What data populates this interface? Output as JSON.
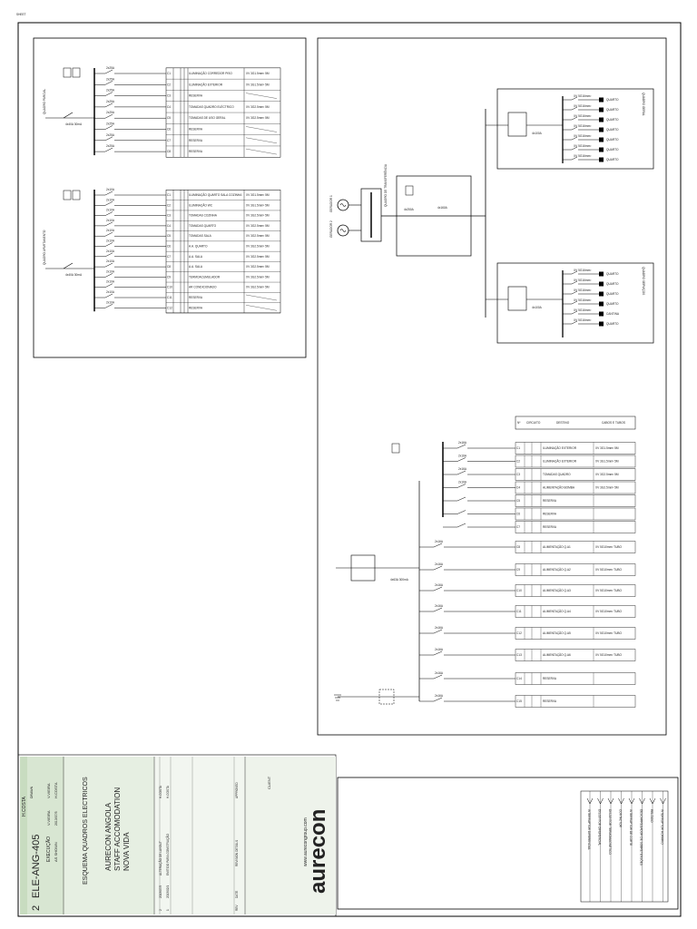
{
  "sheet": {
    "corner_note": "SHEET",
    "client_label": "CLIENT",
    "company": "aurecon",
    "website": "www.aurecongroup.com",
    "project_title": [
      "AURECON ANGOLA",
      "STAFF ACCOMODATION",
      "NOVA VIDA"
    ],
    "drawing_title": "ESQUEMA QUADROS ELECTRICOS",
    "drawing_no": "ELE-ANG-405",
    "revision": "2",
    "status": "EXECUÇÃO",
    "scale": "AS SHOWN",
    "drawn_label": "DRAWN",
    "drawn_by": "H.COSTA",
    "checked_by": "V.VIEIRA",
    "designed_by": "V.VIEIRA",
    "approved_by": "H.COSTA",
    "date": "2013/07/5",
    "rev_header": [
      "REV",
      "DATE",
      "REVISION DETAILS",
      "APPROVED"
    ],
    "revisions": [
      {
        "rev": "2",
        "date": "2013/07/5",
        "details": "ALTERAÇÃO DE LAYOUT",
        "approved": "H.COSTA"
      },
      {
        "rev": "1",
        "date": "2013/02/1",
        "details": "EMITIDO PARA CONSTRUÇÃO",
        "approved": "H.COSTA"
      }
    ]
  },
  "legend_items": [
    "INTERRUPTOR DIFERENCIAL",
    "DISJUNTOR DIFERENCIAL",
    "DISJUNTOR TERMOMAGNÉTICO",
    "CONTACTOR",
    "INTERRUPTOR DE CORTE",
    "DESCARREGADOR DE SOBRETENSÕES",
    "RELÓGIO",
    "INTERRUPTOR HORÁRIO"
  ],
  "board_upper": {
    "breaker_label": "2x25A",
    "main_label": "4x40A 30mA",
    "title": "QUADRO PARCIAL",
    "circuits": [
      {
        "id": "C1",
        "desc": "ILUMINAÇÃO CORREDOR PISO",
        "cable": "XV 3G1.5mm² 5M"
      },
      {
        "id": "C2",
        "desc": "ILUMINAÇÃO EXTERIOR",
        "cable": "XV 3G1.5mm² 5M"
      },
      {
        "id": "C3",
        "desc": "RESERVA",
        "cable": ""
      },
      {
        "id": "C4",
        "desc": "TOMADAS QUADRO ELÉCTRICO",
        "cable": "XV 3G2.5mm² 5M"
      },
      {
        "id": "C5",
        "desc": "TOMADAS DE USO GERAL",
        "cable": "XV 3G2.5mm² 5M"
      },
      {
        "id": "C6",
        "desc": "RESERVA",
        "cable": ""
      },
      {
        "id": "C7",
        "desc": "RESERVA",
        "cable": ""
      },
      {
        "id": "C8",
        "desc": "RESERVA",
        "cable": ""
      }
    ]
  },
  "board_middle": {
    "breaker_label": "2x10A",
    "main_label": "4x40A 30mA",
    "title": "QUADRO APARTAMENTO",
    "circuits": [
      {
        "id": "C1",
        "desc": "ILUMINAÇÃO QUARTO SALA COZINHA",
        "cable": "XV 3G1.5mm² 5M"
      },
      {
        "id": "C2",
        "desc": "ILUMINAÇÃO WC",
        "cable": "XV 3G1.5mm² 5M"
      },
      {
        "id": "C3",
        "desc": "TOMADAS COZINHA",
        "cable": "XV 3G2.5mm² 5M"
      },
      {
        "id": "C4",
        "desc": "TOMADAS QUARTO",
        "cable": "XV 3G2.5mm² 5M"
      },
      {
        "id": "C5",
        "desc": "TOMADAS SALA",
        "cable": "XV 3G2.5mm² 5M"
      },
      {
        "id": "C6",
        "desc": "A.A. QUARTO",
        "cable": "XV 3G2.5mm² 5M"
      },
      {
        "id": "C7",
        "desc": "A.A. SALA",
        "cable": "XV 3G2.5mm² 5M"
      },
      {
        "id": "C8",
        "desc": "A.A. SALA",
        "cable": "XV 3G2.5mm² 5M"
      },
      {
        "id": "C9",
        "desc": "TERMOACUMULADOR",
        "cable": "XV 3G2.5mm² 5M"
      },
      {
        "id": "C10",
        "desc": "AR CONDICIONADO",
        "cable": "XV 3G2.5mm² 5M"
      },
      {
        "id": "C11",
        "desc": "RESERVA",
        "cable": ""
      },
      {
        "id": "C12",
        "desc": "RESERVA",
        "cable": ""
      }
    ]
  },
  "board_right": {
    "breaker_label": "2x16A",
    "main_label": "4x63A 300mA",
    "header": [
      "Nº",
      "CIRCUITO",
      "DESTINO",
      "CABOS E TUBOS"
    ],
    "circuits": [
      {
        "id": "C1",
        "desc": "ILUMINAÇÃO EXTERIOR",
        "cable": "XV 3G1.5mm² 5M"
      },
      {
        "id": "C2",
        "desc": "ILUMINAÇÃO EXTERIOR",
        "cable": "XV 3G1.5mm² 5M"
      },
      {
        "id": "C3",
        "desc": "TOMADAS QUADRO",
        "cable": "XV 3G2.5mm² 5M"
      },
      {
        "id": "C4",
        "desc": "ALIMENTAÇÃO BOMBA",
        "cable": "XV 3G2.5mm² 5M"
      },
      {
        "id": "C5",
        "desc": "RESERVA",
        "cable": ""
      },
      {
        "id": "C6",
        "desc": "RESERVA",
        "cable": ""
      },
      {
        "id": "C7",
        "desc": "RESERVA",
        "cable": ""
      },
      {
        "id": "C8",
        "desc": "ALIMENTAÇÃO Q.A1",
        "cable": "XV 5G10mm² TUBO"
      },
      {
        "id": "C9",
        "desc": "ALIMENTAÇÃO Q.A2",
        "cable": "XV 5G10mm² TUBO"
      },
      {
        "id": "C10",
        "desc": "ALIMENTAÇÃO Q.A3",
        "cable": "XV 5G10mm² TUBO"
      },
      {
        "id": "C11",
        "desc": "ALIMENTAÇÃO Q.A4",
        "cable": "XV 5G10mm² TUBO"
      },
      {
        "id": "C12",
        "desc": "ALIMENTAÇÃO Q.A5",
        "cable": "XV 5G10mm² TUBO"
      },
      {
        "id": "C13",
        "desc": "ALIMENTAÇÃO Q.A6",
        "cable": "XV 5G10mm² TUBO"
      },
      {
        "id": "C14",
        "desc": "RESERVA",
        "cable": ""
      },
      {
        "id": "C15",
        "desc": "RESERVA",
        "cable": ""
      }
    ]
  },
  "generator": {
    "g1": "GERADOR 1",
    "g2": "GERADOR 2",
    "transfer": "QUADRO DE TRANSFERÊNCIA",
    "main_breaker": "4x250A",
    "out_breaker": "4x160A",
    "board1": "QUADRO GERAL",
    "board2": "QUADRO SERVIÇOS",
    "loads1": [
      "QUARTO",
      "QUARTO",
      "QUARTO",
      "QUARTO",
      "QUARTO",
      "QUARTO",
      "QUARTO"
    ],
    "loads2": [
      "QUARTO",
      "QUARTO",
      "QUARTO",
      "QUARTO",
      "CANTINA",
      "QUARTO"
    ],
    "feeder_label": "4x100A",
    "cable_label": "XV 5G16mm²"
  }
}
